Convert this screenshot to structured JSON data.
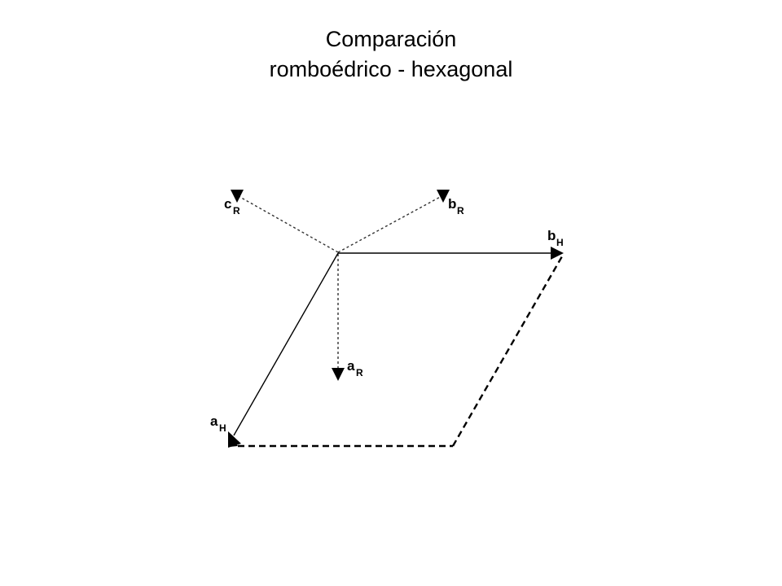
{
  "title": {
    "line1": "Comparación",
    "line2": "romboédrico - hexagonal"
  },
  "labels": {
    "c_r": {
      "main": "c",
      "sub": "R"
    },
    "b_r": {
      "main": "b",
      "sub": "R"
    },
    "a_r": {
      "main": "a",
      "sub": "R"
    },
    "b_h": {
      "main": "b",
      "sub": "H"
    },
    "a_h": {
      "main": "a",
      "sub": "H"
    }
  },
  "colors": {
    "line": "#000000",
    "dotted": "#333333"
  }
}
